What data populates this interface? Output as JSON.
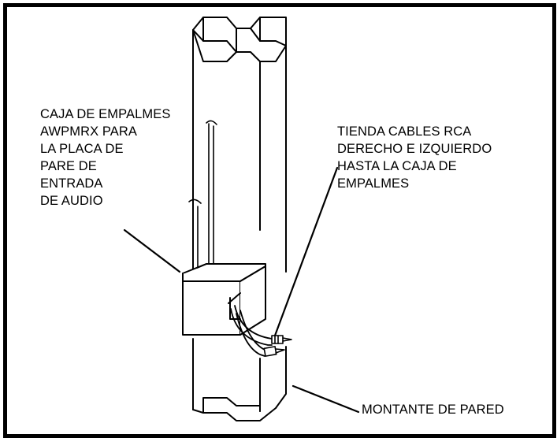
{
  "labels": {
    "junction_box": [
      "CAJA DE EMPALMES",
      "AWPMRX PARA",
      "LA PLACA DE",
      "PARE DE",
      "ENTRADA",
      "DE AUDIO"
    ],
    "rca_cables": [
      "TIENDA CABLES RCA",
      "DERECHO E IZQUIERDO",
      "HASTA LA CAJA DE",
      "EMPALMES"
    ],
    "wall_stud": "MONTANTE DE PARED"
  },
  "colors": {
    "line": "#000000",
    "background": "#ffffff",
    "shade": "#cfcfcf"
  }
}
